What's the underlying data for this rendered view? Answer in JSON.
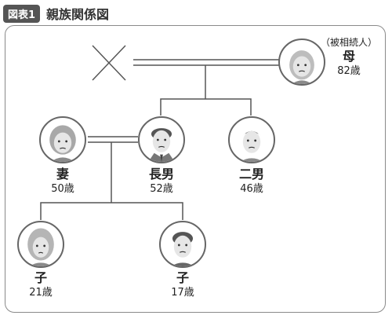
{
  "header": {
    "badge": "図表1",
    "title": "親族関係図"
  },
  "people": {
    "mother": {
      "note": "（被相続人）",
      "relation": "母",
      "age": "82歳"
    },
    "wife": {
      "relation": "妻",
      "age": "50歳"
    },
    "eldest": {
      "relation": "長男",
      "age": "52歳"
    },
    "second": {
      "relation": "二男",
      "age": "46歳"
    },
    "child1": {
      "relation": "子",
      "age": "21歳"
    },
    "child2": {
      "relation": "子",
      "age": "17歳"
    }
  },
  "icons": {
    "deceased": "x-mark-icon",
    "face": "person-face-icon"
  }
}
